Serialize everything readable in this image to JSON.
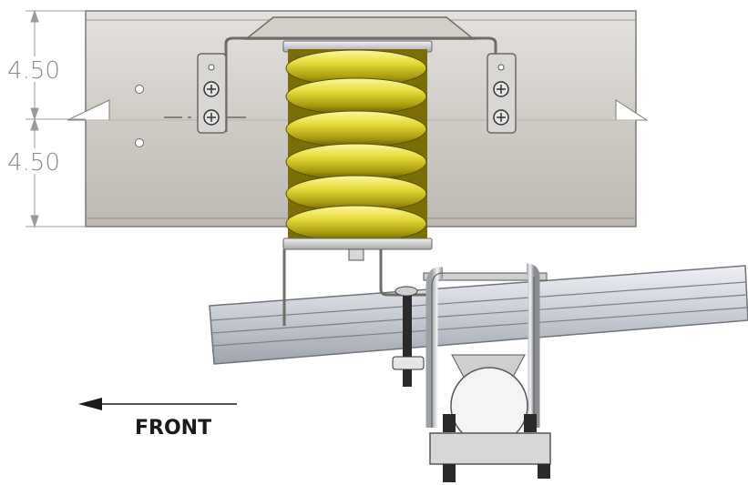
{
  "diagram": {
    "dimensions": [
      {
        "label": "4.50"
      },
      {
        "label": "4.50"
      }
    ],
    "direction_label": "FRONT",
    "colors": {
      "frame": "#c9c6c0",
      "spring": "#d9d12a",
      "leaf": "#d4d7de",
      "dimension": "#8a8a8a"
    }
  }
}
